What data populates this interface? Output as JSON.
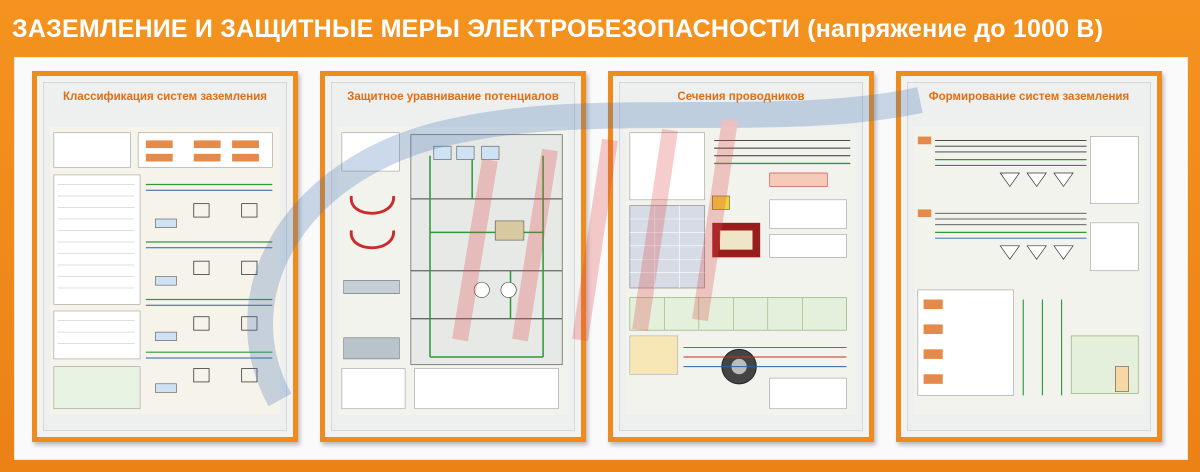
{
  "banner": {
    "title": "ЗАЗЕМЛЕНИЕ И ЗАЩИТНЫЕ МЕРЫ ЭЛЕКТРОБЕЗОПАСНОСТИ (напряжение до 1000 В)",
    "background_color": "#f08a1c",
    "title_color": "#ffffff"
  },
  "panels": [
    {
      "title": "Классификация систем заземления"
    },
    {
      "title": "Защитное уравнивание потенциалов"
    },
    {
      "title": "Сечения проводников"
    },
    {
      "title": "Формирование систем заземления"
    }
  ],
  "colors": {
    "panel_border": "#ef8a1e",
    "panel_title": "#e46d11",
    "diagram_green": "#2e9a3a",
    "diagram_red": "#cc2b2b",
    "diagram_blue": "#2d5fa8"
  }
}
